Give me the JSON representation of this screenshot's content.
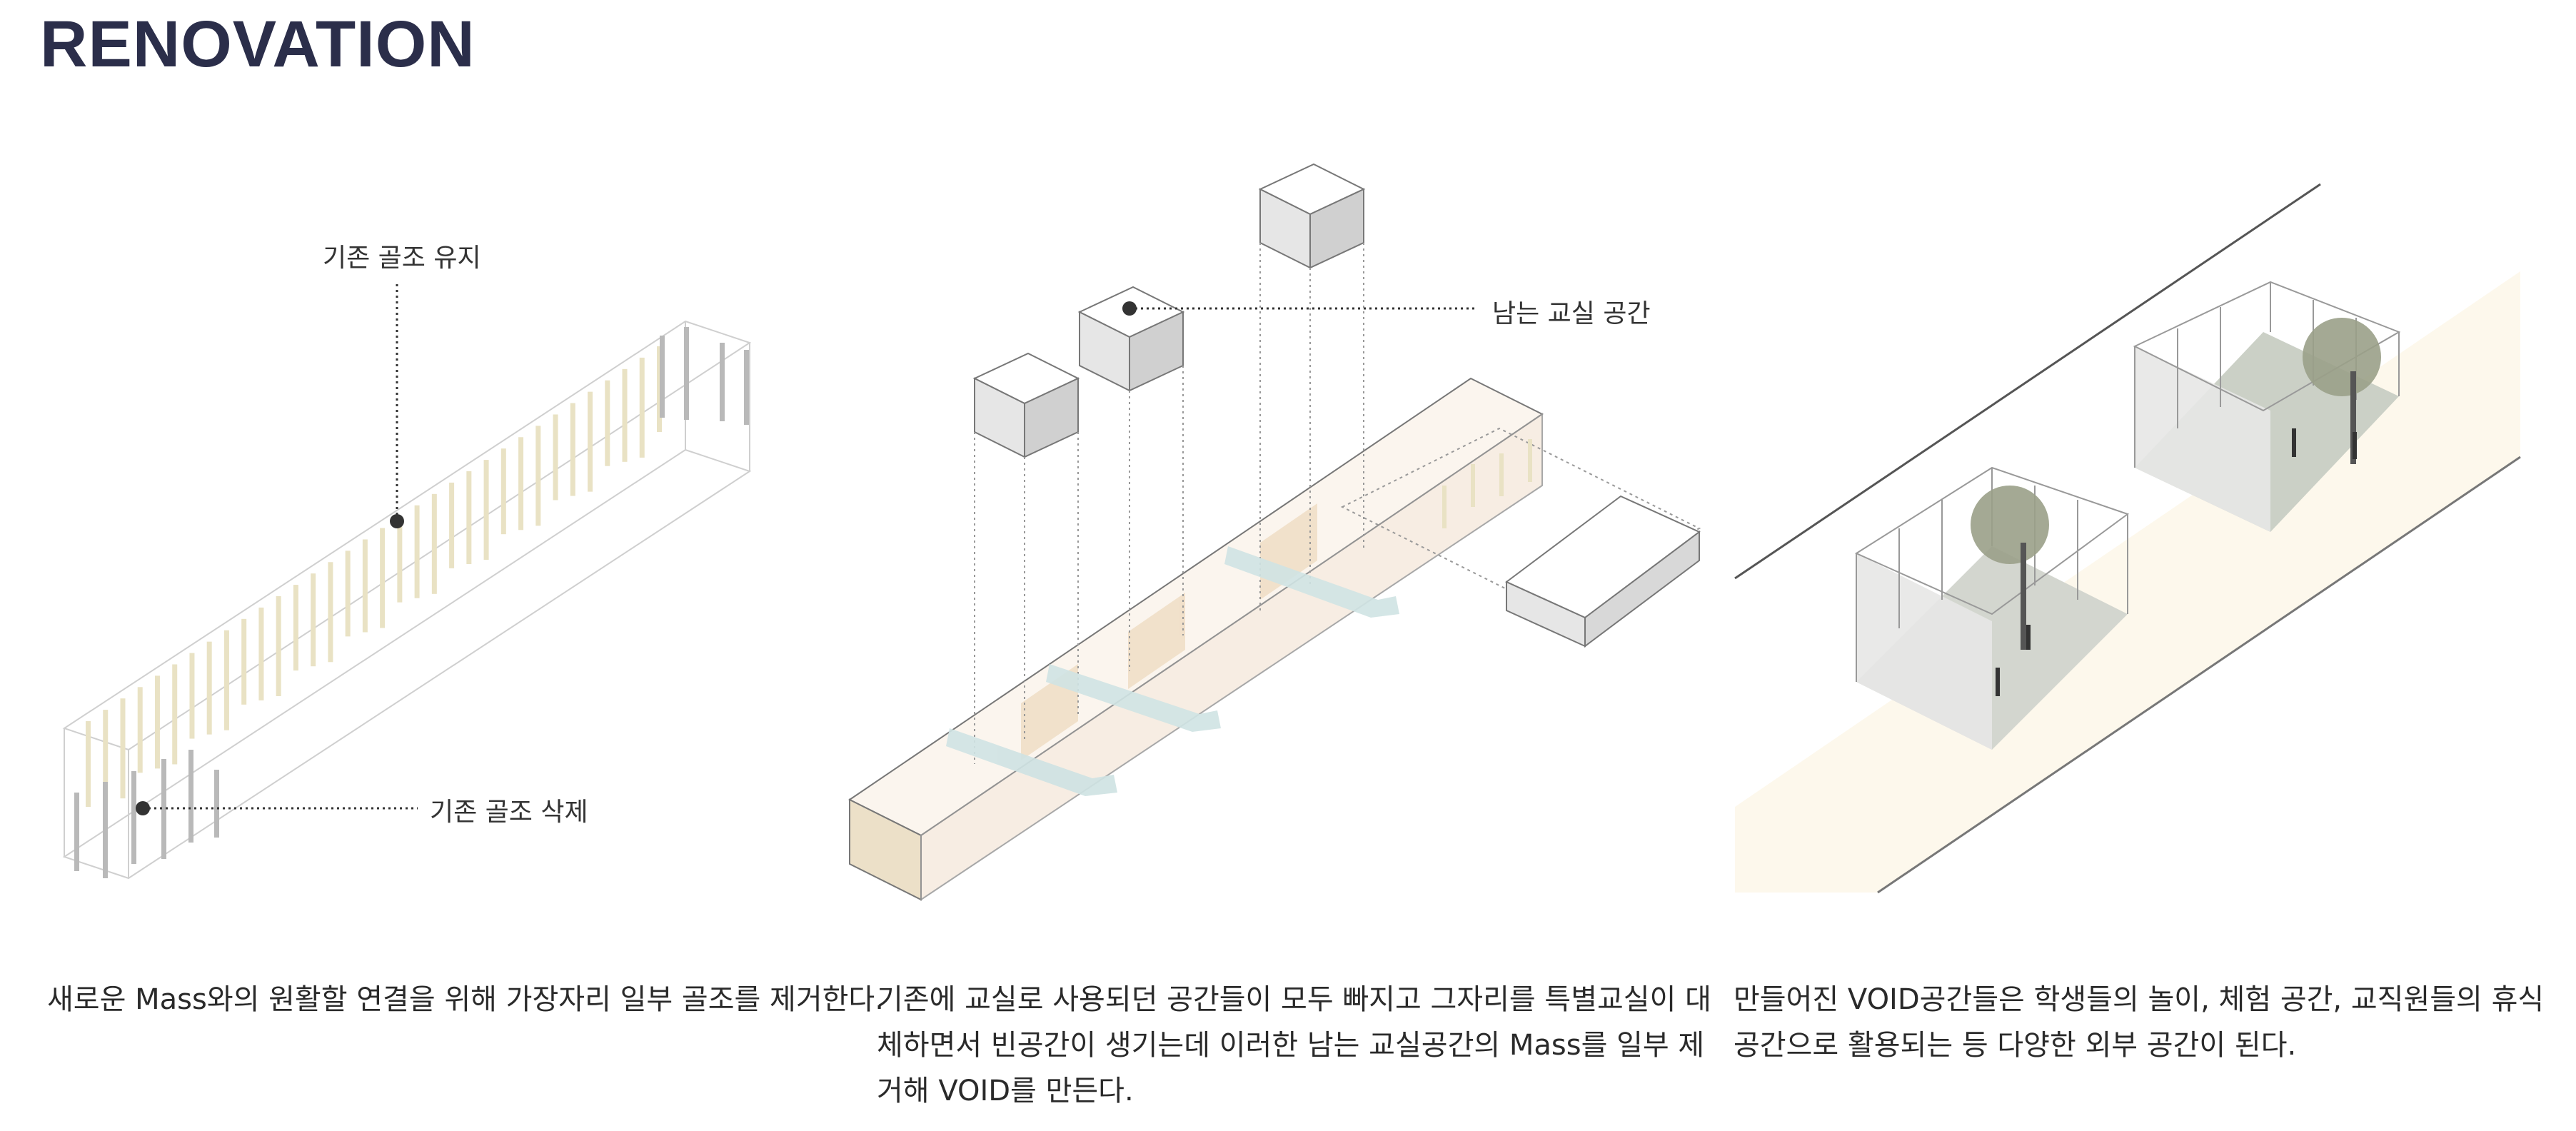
{
  "title": "RENOVATION",
  "panels": [
    {
      "label_top": "기존 골조 유지",
      "label_bottom": "기존 골조 삭제",
      "caption": [
        "새로운 Mass와의 원활할 연결을 위해 가장자리 일부 골조를 제거한다."
      ]
    },
    {
      "label": "남는 교실 공간",
      "caption": [
        "기존에 교실로 사용되던 공간들이 모두 빠지고 그자리를 특별교실이 대",
        "체하면서 빈공간이 생기는데 이러한 남는 교실공간의 Mass를 일부 제",
        "거해 VOID를 만든다."
      ]
    },
    {
      "caption": [
        "만들어진 VOID공간들은 학생들의 놀이, 체험 공간, 교직원들의 휴식",
        "공간으로 활용되는 등 다양한 외부 공간이 된다."
      ]
    }
  ],
  "colors": {
    "title": "#2b2e4a",
    "kept_column": "#e9e2c4",
    "removed_column": "#b9b9b9",
    "mass_fill": "#f6eadf",
    "void_ground": "#fdf8ec",
    "arrow": "#cfe3e3"
  }
}
